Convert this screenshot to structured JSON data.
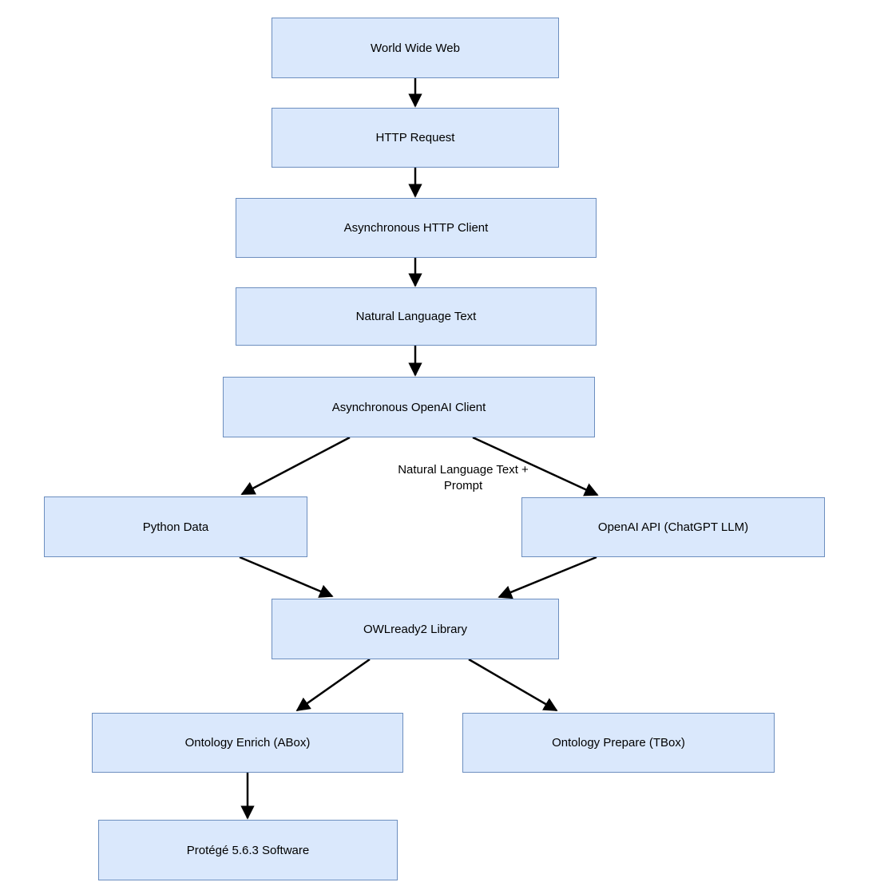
{
  "diagram": {
    "type": "flowchart",
    "nodes": [
      {
        "id": "www",
        "label": "World Wide Web"
      },
      {
        "id": "http-request",
        "label": "HTTP Request"
      },
      {
        "id": "async-http-client",
        "label": "Asynchronous HTTP Client"
      },
      {
        "id": "natural-language-text",
        "label": "Natural Language Text"
      },
      {
        "id": "async-openai-client",
        "label": "Asynchronous OpenAI Client"
      },
      {
        "id": "python-data",
        "label": "Python Data"
      },
      {
        "id": "openai-api",
        "label": "OpenAI API (ChatGPT LLM)"
      },
      {
        "id": "owlready2",
        "label": "OWLready2 Library"
      },
      {
        "id": "ontology-enrich",
        "label": "Ontology Enrich (ABox)"
      },
      {
        "id": "ontology-prepare",
        "label": "Ontology Prepare (TBox)"
      },
      {
        "id": "protege",
        "label": "Protégé 5.6.3 Software"
      }
    ],
    "edges": [
      {
        "from": "www",
        "to": "http-request"
      },
      {
        "from": "http-request",
        "to": "async-http-client"
      },
      {
        "from": "async-http-client",
        "to": "natural-language-text"
      },
      {
        "from": "natural-language-text",
        "to": "async-openai-client"
      },
      {
        "from": "async-openai-client",
        "to": "python-data"
      },
      {
        "from": "async-openai-client",
        "to": "openai-api",
        "label": "Natural Language Text +\nPrompt"
      },
      {
        "from": "python-data",
        "to": "owlready2"
      },
      {
        "from": "openai-api",
        "to": "owlready2"
      },
      {
        "from": "owlready2",
        "to": "ontology-enrich"
      },
      {
        "from": "owlready2",
        "to": "ontology-prepare"
      },
      {
        "from": "ontology-enrich",
        "to": "protege"
      }
    ],
    "colors": {
      "node_fill": "#dae8fc",
      "node_border": "#6c8ebf",
      "arrow": "#000000",
      "text": "#000000"
    }
  }
}
